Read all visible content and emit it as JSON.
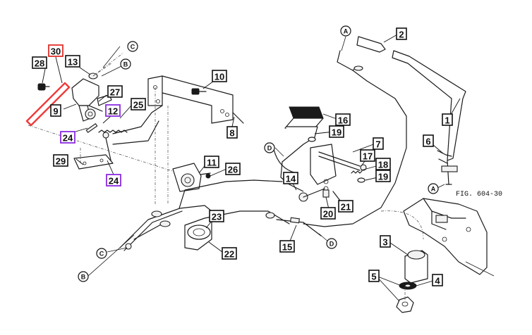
{
  "figure_reference": "FIG. 604-30",
  "part_labels": [
    {
      "id": "1",
      "style": "normal"
    },
    {
      "id": "2",
      "style": "normal"
    },
    {
      "id": "3",
      "style": "normal"
    },
    {
      "id": "4",
      "style": "normal"
    },
    {
      "id": "5",
      "style": "normal"
    },
    {
      "id": "6",
      "style": "normal"
    },
    {
      "id": "7",
      "style": "normal"
    },
    {
      "id": "8",
      "style": "normal"
    },
    {
      "id": "9",
      "style": "normal"
    },
    {
      "id": "10",
      "style": "normal"
    },
    {
      "id": "11",
      "style": "normal"
    },
    {
      "id": "12",
      "style": "highlight-purple"
    },
    {
      "id": "13",
      "style": "normal"
    },
    {
      "id": "14",
      "style": "normal"
    },
    {
      "id": "15",
      "style": "normal"
    },
    {
      "id": "16",
      "style": "normal"
    },
    {
      "id": "17",
      "style": "normal"
    },
    {
      "id": "18",
      "style": "normal"
    },
    {
      "id": "19",
      "style": "normal"
    },
    {
      "id": "19",
      "style": "normal"
    },
    {
      "id": "20",
      "style": "normal"
    },
    {
      "id": "21",
      "style": "normal"
    },
    {
      "id": "22",
      "style": "normal"
    },
    {
      "id": "23",
      "style": "normal"
    },
    {
      "id": "24",
      "style": "highlight-purple"
    },
    {
      "id": "24",
      "style": "highlight-purple"
    },
    {
      "id": "25",
      "style": "normal"
    },
    {
      "id": "26",
      "style": "normal"
    },
    {
      "id": "27",
      "style": "normal"
    },
    {
      "id": "28",
      "style": "normal"
    },
    {
      "id": "29",
      "style": "normal"
    },
    {
      "id": "30",
      "style": "highlight-red"
    }
  ],
  "reference_markers": [
    {
      "letter": "A"
    },
    {
      "letter": "A"
    },
    {
      "letter": "B"
    },
    {
      "letter": "B"
    },
    {
      "letter": "C"
    },
    {
      "letter": "C"
    },
    {
      "letter": "D"
    },
    {
      "letter": "D"
    }
  ],
  "colors": {
    "red_highlight": "#e0302a",
    "purple_highlight": "#8a2be2",
    "line": "#1a1a1a"
  }
}
